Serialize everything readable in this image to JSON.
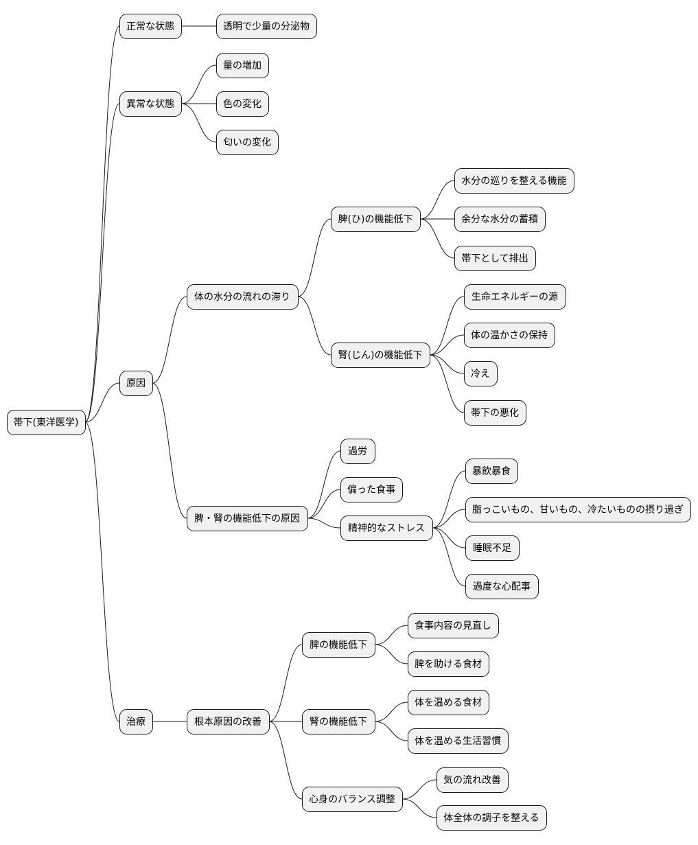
{
  "mindmap": {
    "label": "帯下(東洋医学)",
    "children": [
      {
        "label": "正常な状態",
        "children": [
          {
            "label": "透明で少量の分泌物"
          }
        ]
      },
      {
        "label": "異常な状態",
        "children": [
          {
            "label": "量の増加"
          },
          {
            "label": "色の変化"
          },
          {
            "label": "匂いの変化"
          }
        ]
      },
      {
        "label": "原因",
        "children": [
          {
            "label": "体の水分の流れの滞り",
            "children": [
              {
                "label": "脾(ひ)の機能低下",
                "children": [
                  {
                    "label": "水分の巡りを整える機能"
                  },
                  {
                    "label": "余分な水分の蓄積"
                  },
                  {
                    "label": "帯下として排出"
                  }
                ]
              },
              {
                "label": "腎(じん)の機能低下",
                "children": [
                  {
                    "label": "生命エネルギーの源"
                  },
                  {
                    "label": "体の温かさの保持"
                  },
                  {
                    "label": "冷え"
                  },
                  {
                    "label": "帯下の悪化"
                  }
                ]
              }
            ]
          },
          {
            "label": "脾・腎の機能低下の原因",
            "children": [
              {
                "label": "過労"
              },
              {
                "label": "偏った食事"
              },
              {
                "label": "精神的なストレス",
                "children": [
                  {
                    "label": "暴飲暴食"
                  },
                  {
                    "label": "脂っこいもの、甘いもの、冷たいものの摂り過ぎ"
                  },
                  {
                    "label": "睡眠不足"
                  },
                  {
                    "label": "過度な心配事"
                  }
                ]
              }
            ]
          }
        ]
      },
      {
        "label": "治療",
        "children": [
          {
            "label": "根本原因の改善",
            "children": [
              {
                "label": "脾の機能低下",
                "children": [
                  {
                    "label": "食事内容の見直し"
                  },
                  {
                    "label": "脾を助ける食材"
                  }
                ]
              },
              {
                "label": "腎の機能低下",
                "children": [
                  {
                    "label": "体を温める食材"
                  },
                  {
                    "label": "体を温める生活習慣"
                  }
                ]
              },
              {
                "label": "心身のバランス調整",
                "children": [
                  {
                    "label": "気の流れ改善"
                  },
                  {
                    "label": "体全体の調子を整える"
                  }
                ]
              }
            ]
          }
        ]
      }
    ]
  }
}
